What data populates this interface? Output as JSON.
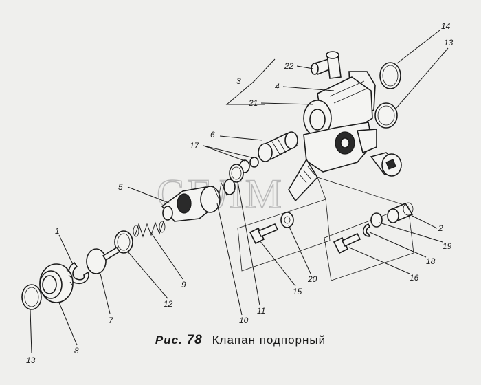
{
  "caption": {
    "fig_label": "Рис.",
    "fig_number": "78",
    "title": "Клапан подпорный"
  },
  "watermark": "СЕЛМ",
  "callouts": [
    {
      "id": "c1",
      "text": "1"
    },
    {
      "id": "c2",
      "text": "2"
    },
    {
      "id": "c3",
      "text": "3"
    },
    {
      "id": "c4",
      "text": "4"
    },
    {
      "id": "c5",
      "text": "5"
    },
    {
      "id": "c6",
      "text": "6"
    },
    {
      "id": "c7",
      "text": "7"
    },
    {
      "id": "c8",
      "text": "8"
    },
    {
      "id": "c9",
      "text": "9"
    },
    {
      "id": "c10",
      "text": "10"
    },
    {
      "id": "c11",
      "text": "11"
    },
    {
      "id": "c12",
      "text": "12"
    },
    {
      "id": "c13a",
      "text": "13"
    },
    {
      "id": "c13b",
      "text": "13"
    },
    {
      "id": "c14",
      "text": "14"
    },
    {
      "id": "c15",
      "text": "15"
    },
    {
      "id": "c16",
      "text": "16"
    },
    {
      "id": "c17",
      "text": "17"
    },
    {
      "id": "c18",
      "text": "18"
    },
    {
      "id": "c19",
      "text": "19"
    },
    {
      "id": "c20",
      "text": "20"
    },
    {
      "id": "c21",
      "text": "21"
    },
    {
      "id": "c22",
      "text": "22"
    }
  ]
}
